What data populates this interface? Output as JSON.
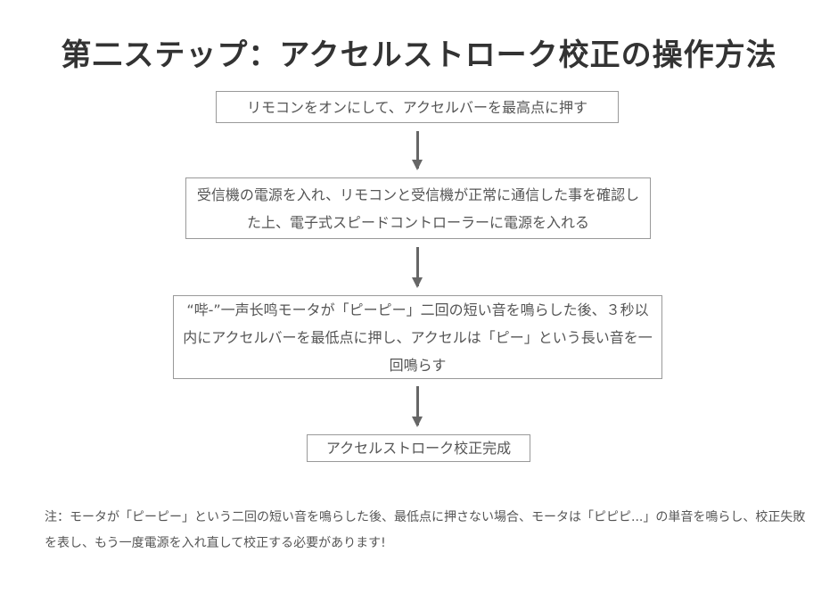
{
  "title": "第二ステップ：アクセルストローク校正の操作方法",
  "steps": [
    "リモコンをオンにして、アクセルバーを最高点に押す",
    "受信機の電源を入れ、リモコンと受信機が正常に通信した事を確認した上、電子式スピードコントローラーに電源を入れる",
    "“哔-”一声长鸣モータが「ピーピー」二回の短い音を鳴らした後、３秒以内にアクセルバーを最低点に押し、アクセルは「ピー」という長い音を一回鳴らす",
    "アクセルストローク校正完成"
  ],
  "note": "注：モータが「ピーピー」という二回の短い音を鳴らした後、最低点に押さない場合、モータは「ピピピ...」の単音を鳴らし、校正失敗を表し、もう一度電源を入れ直して校正する必要があります!"
}
